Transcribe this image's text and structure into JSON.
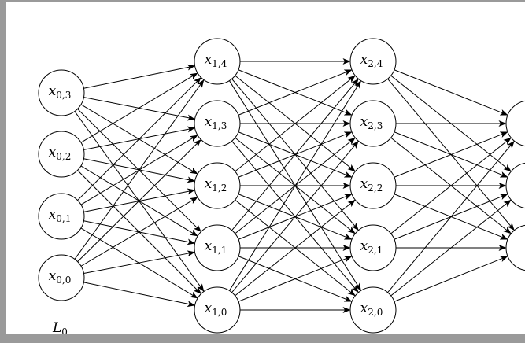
{
  "colors": {
    "canvas": "#ffffff",
    "frame": "#9a9a9a",
    "ink": "#000000"
  },
  "diagram": {
    "layer_label": {
      "base": "L",
      "sub": "0"
    },
    "layers": [
      {
        "nodes": [
          {
            "base": "x",
            "sub": "0,3"
          },
          {
            "base": "x",
            "sub": "0,2"
          },
          {
            "base": "x",
            "sub": "0,1"
          },
          {
            "base": "x",
            "sub": "0,0"
          }
        ]
      },
      {
        "nodes": [
          {
            "base": "x",
            "sub": "1,4"
          },
          {
            "base": "x",
            "sub": "1,3"
          },
          {
            "base": "x",
            "sub": "1,2"
          },
          {
            "base": "x",
            "sub": "1,1"
          },
          {
            "base": "x",
            "sub": "1,0"
          }
        ]
      },
      {
        "nodes": [
          {
            "base": "x",
            "sub": "2,4"
          },
          {
            "base": "x",
            "sub": "2,3"
          },
          {
            "base": "x",
            "sub": "2,2"
          },
          {
            "base": "x",
            "sub": "2,1"
          },
          {
            "base": "x",
            "sub": "2,0"
          }
        ]
      },
      {
        "nodes": [
          {
            "base": "",
            "sub": ""
          },
          {
            "base": "",
            "sub": ""
          },
          {
            "base": "",
            "sub": ""
          }
        ]
      }
    ]
  }
}
